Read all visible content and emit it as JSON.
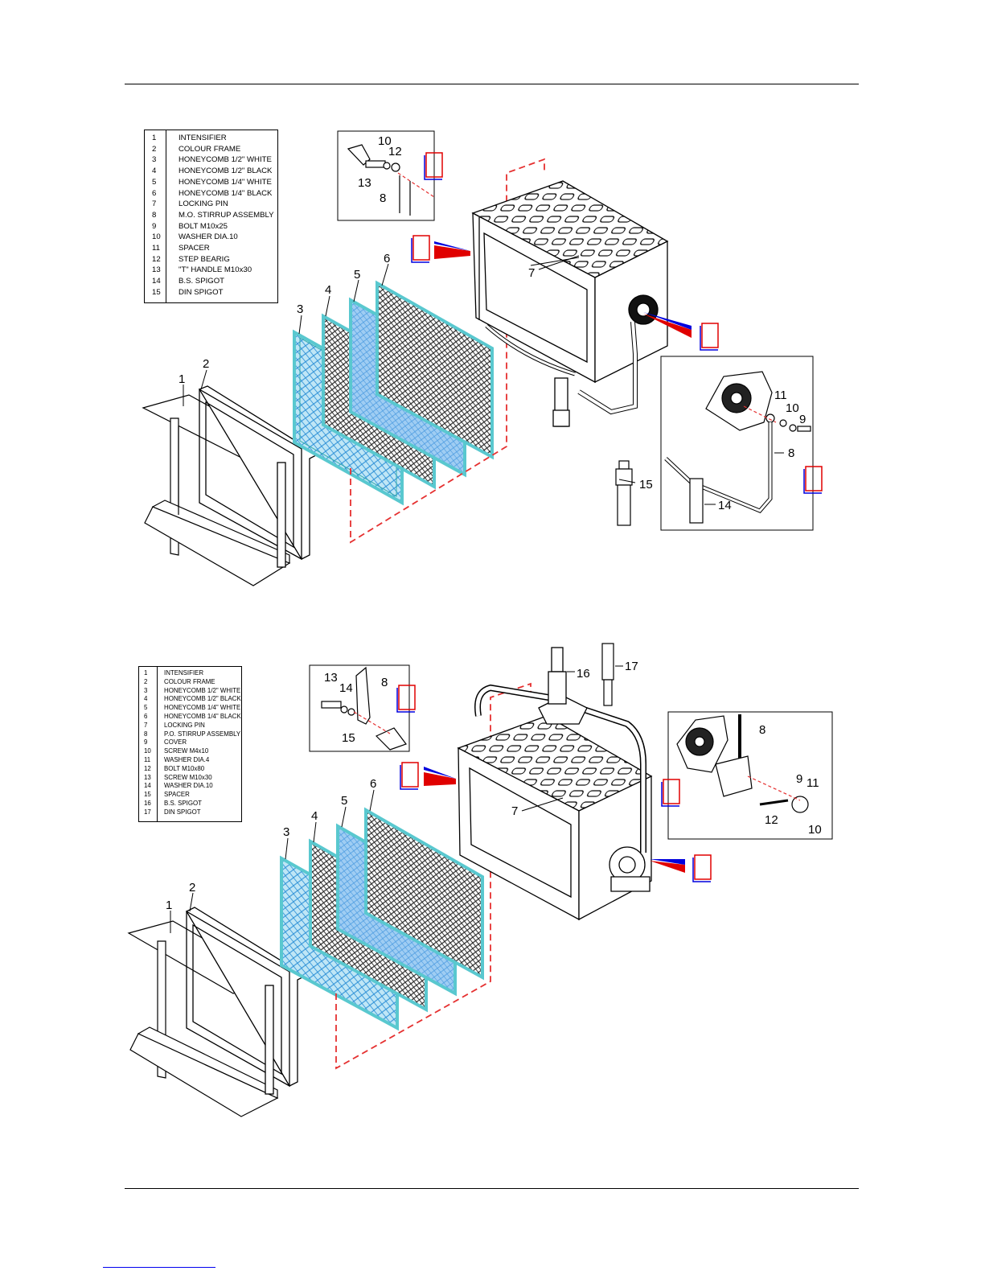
{
  "diagram1": {
    "parts": [
      {
        "num": "1",
        "name": "INTENSIFIER"
      },
      {
        "num": "2",
        "name": "COLOUR FRAME"
      },
      {
        "num": "3",
        "name": "HONEYCOMB 1/2\" WHITE"
      },
      {
        "num": "4",
        "name": "HONEYCOMB 1/2\" BLACK"
      },
      {
        "num": "5",
        "name": "HONEYCOMB 1/4\" WHITE"
      },
      {
        "num": "6",
        "name": "HONEYCOMB 1/4\" BLACK"
      },
      {
        "num": "7",
        "name": "LOCKING  PIN"
      },
      {
        "num": "8",
        "name": "M.O. STIRRUP ASSEMBLY"
      },
      {
        "num": "9",
        "name": "BOLT M10x25"
      },
      {
        "num": "10",
        "name": "WASHER DIA.10"
      },
      {
        "num": "11",
        "name": "SPACER"
      },
      {
        "num": "12",
        "name": "STEP BEARIG"
      },
      {
        "num": "13",
        "name": "\"T\" HANDLE M10x30"
      },
      {
        "num": "14",
        "name": "B.S. SPIGOT"
      },
      {
        "num": "15",
        "name": "DIN SPIGOT"
      }
    ],
    "callouts": {
      "c1": "1",
      "c2": "2",
      "c3": "3",
      "c4": "4",
      "c5": "5",
      "c6": "6",
      "c7": "7",
      "detail_a_10": "10",
      "detail_a_12": "12",
      "detail_a_13": "13",
      "detail_a_8": "8",
      "detail_b_11": "11",
      "detail_b_10": "10",
      "detail_b_9": "9",
      "detail_b_8": "8",
      "detail_b_14": "14",
      "c15": "15"
    }
  },
  "diagram2": {
    "parts": [
      {
        "num": "1",
        "name": "INTENSIFIER"
      },
      {
        "num": "2",
        "name": "COLOUR FRAME"
      },
      {
        "num": "3",
        "name": "HONEYCOMB 1/2\" WHITE"
      },
      {
        "num": "4",
        "name": "HONEYCOMB 1/2\" BLACK"
      },
      {
        "num": "5",
        "name": "HONEYCOMB 1/4\" WHITE"
      },
      {
        "num": "6",
        "name": "HONEYCOMB 1/4\" BLACK"
      },
      {
        "num": "7",
        "name": "LOCKING  PIN"
      },
      {
        "num": "8",
        "name": "P.O. STIRRUP ASSEMBLY"
      },
      {
        "num": "9",
        "name": "COVER"
      },
      {
        "num": "10",
        "name": "SCREW M4x10"
      },
      {
        "num": "11",
        "name": "WASHER DIA.4"
      },
      {
        "num": "12",
        "name": "BOLT M10x80"
      },
      {
        "num": "13",
        "name": "SCREW M10x30"
      },
      {
        "num": "14",
        "name": "WASHER DIA.10"
      },
      {
        "num": "15",
        "name": "SPACER"
      },
      {
        "num": "16",
        "name": "B.S. SPIGOT"
      },
      {
        "num": "17",
        "name": "DIN SPIGOT"
      }
    ],
    "callouts": {
      "c1": "1",
      "c2": "2",
      "c3": "3",
      "c4": "4",
      "c5": "5",
      "c6": "6",
      "c7": "7",
      "detail_a_13": "13",
      "detail_a_14": "14",
      "detail_a_8": "8",
      "detail_a_15": "15",
      "c16": "16",
      "c17": "17",
      "detail_b_8": "8",
      "detail_b_9": "9",
      "detail_b_11": "11",
      "detail_b_12": "12",
      "detail_b_10": "10"
    }
  },
  "colors": {
    "honeycomb_white": "#7fd0ea",
    "honeycomb_blue": "#b8daf7",
    "frame_cyan": "#59c8cf",
    "leader_red": "#e53030",
    "arrow_red": "#e00000",
    "arrow_blue": "#0000dd"
  }
}
